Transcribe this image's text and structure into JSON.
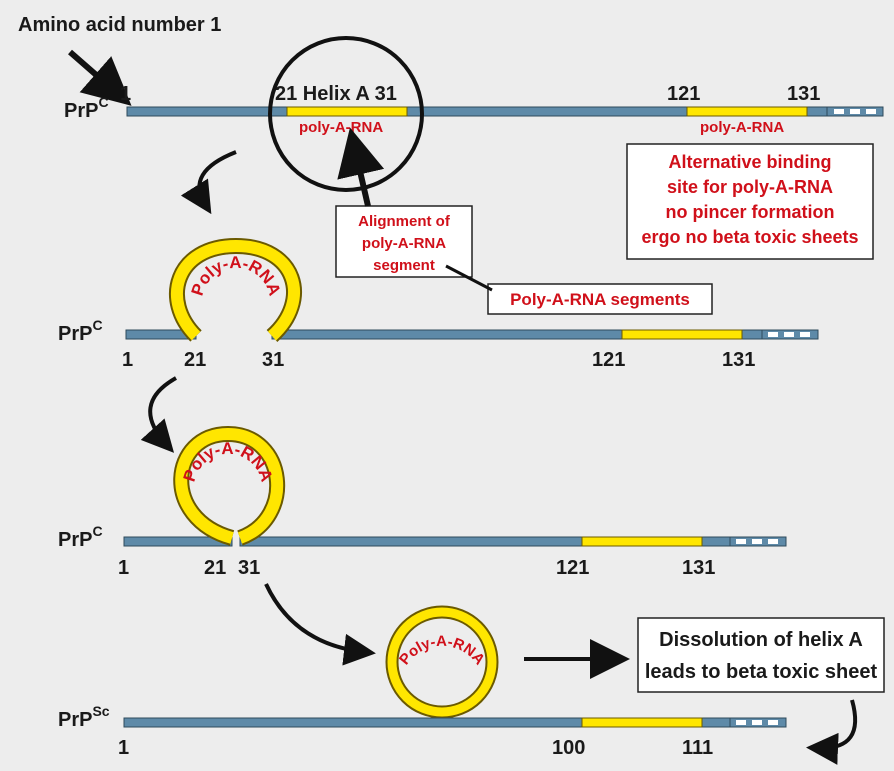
{
  "header": {
    "amino_acid_label": "Amino acid number 1"
  },
  "rows": [
    {
      "id": "row1",
      "name_main": "PrP",
      "name_sup": "C",
      "ticks": [
        "1",
        "21 Helix A 31",
        "121",
        "131"
      ],
      "segment_labels": [
        "poly-A-RNA",
        "poly-A-RNA"
      ]
    },
    {
      "id": "row2",
      "name_main": "PrP",
      "name_sup": "C",
      "ticks": [
        "1",
        "21",
        "31",
        "121",
        "131"
      ],
      "loop_label": "Poly-A-RNA"
    },
    {
      "id": "row3",
      "name_main": "PrP",
      "name_sup": "C",
      "ticks": [
        "1",
        "21",
        "31",
        "121",
        "131"
      ],
      "loop_label": "Poly-A-RNA"
    },
    {
      "id": "row4",
      "name_main": "PrP",
      "name_sup": "Sc",
      "ticks": [
        "1",
        "100",
        "111"
      ],
      "ring_label": "Poly-A-RNA"
    }
  ],
  "alt_binding_box": {
    "lines": [
      "Alternative binding",
      "site for poly-A-RNA",
      "no pincer formation",
      "ergo no beta toxic sheets"
    ]
  },
  "alignment_box": {
    "lines": [
      "Alignment of",
      "poly-A-RNA",
      "segment"
    ]
  },
  "segments_box": {
    "text": "Poly-A-RNA segments"
  },
  "dissolution_box": {
    "lines": [
      "Dissolution of helix A",
      "leads to beta toxic sheet"
    ]
  },
  "colors": {
    "background": "#ededed",
    "protein_bar": "#5e8aa8",
    "rna_yellow": "#ffe600",
    "rna_outline": "#6b5a00",
    "label_red": "#d0101a",
    "text": "#1a1a1a"
  }
}
